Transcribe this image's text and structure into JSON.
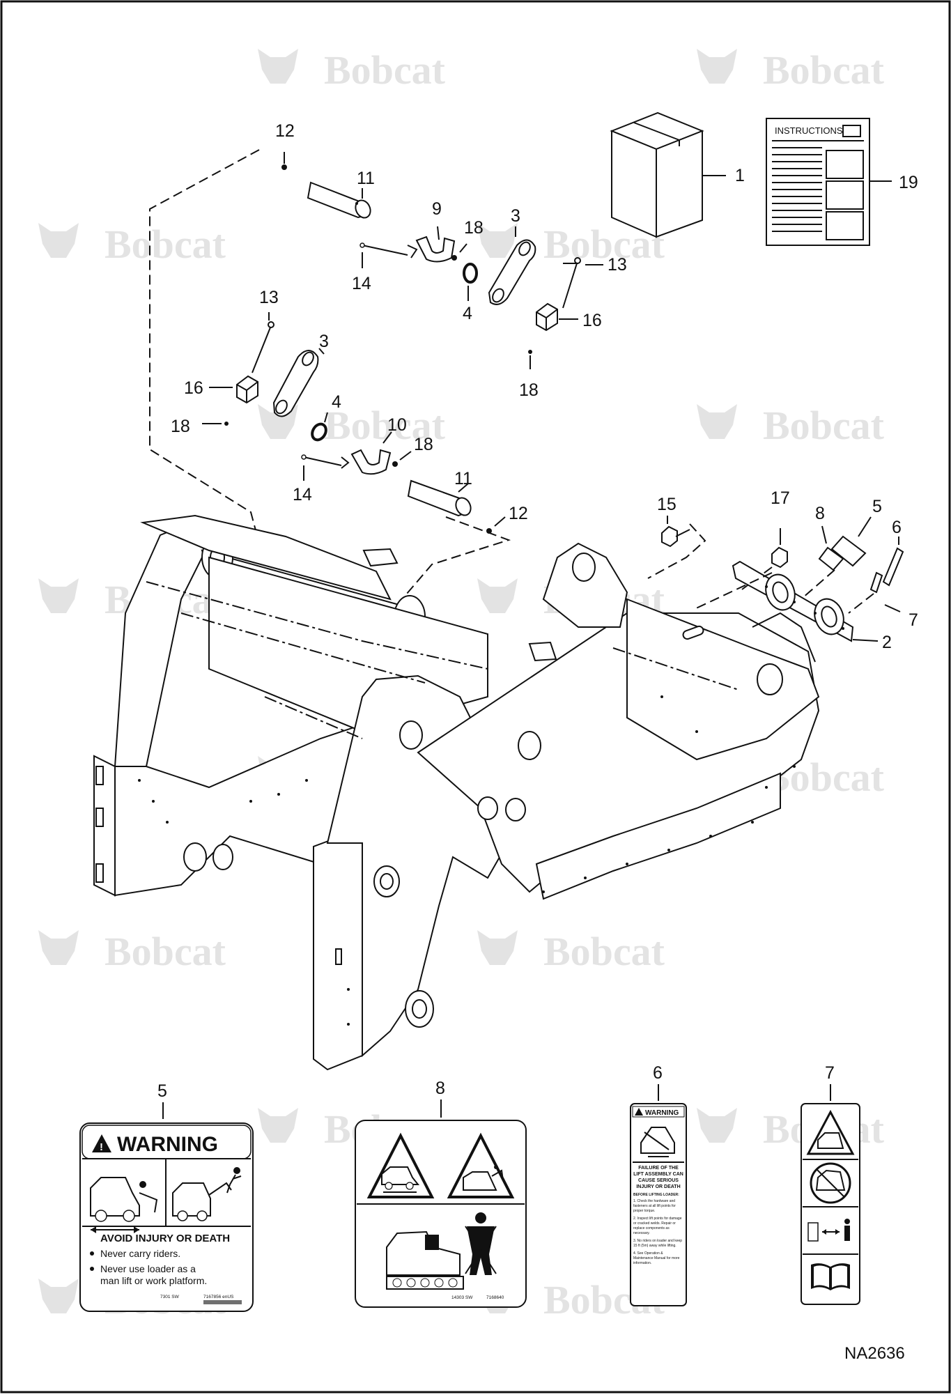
{
  "brand": "Bobcat",
  "drawing_code": "NA2636",
  "colors": {
    "line": "#111111",
    "watermark": "#e3e3e3",
    "background": "#ffffff"
  },
  "callouts": [
    "1",
    "2",
    "3",
    "3",
    "4",
    "4",
    "5",
    "6",
    "7",
    "8",
    "9",
    "10",
    "11",
    "11",
    "12",
    "12",
    "13",
    "13",
    "14",
    "14",
    "15",
    "16",
    "16",
    "17",
    "18",
    "18",
    "18",
    "18",
    "19"
  ],
  "instructions_sheet": {
    "title": "INSTRUCTIONS"
  },
  "decals": {
    "decal_5": {
      "number": "5",
      "header": "WARNING",
      "title": "AVOID INJURY OR DEATH",
      "bullets": [
        "Never carry riders.",
        "Never use loader as a man lift or work platform."
      ],
      "code_left": "7301 SW",
      "code_right": "7167856 enUS"
    },
    "decal_8": {
      "number": "8",
      "code_left": "14303 SW",
      "code_right": "7168640"
    },
    "decal_6": {
      "number": "6",
      "header": "WARNING",
      "title": "FAILURE OF THE LIFT ASSEMBLY CAN CAUSE SERIOUS INJURY OR DEATH",
      "subtitle": "BEFORE LIFTING LOADER:",
      "steps": [
        "1. Check the hardware and fasteners at all lift points for proper torque.",
        "2. Inspect lift points for damage or cracked welds. Repair or replace components as necessary.",
        "3. No riders on loader and keep 15 ft (5m) away while lifting.",
        "4. See Operation & Maintenance Manual for more information."
      ]
    },
    "decal_7": {
      "number": "7"
    }
  }
}
